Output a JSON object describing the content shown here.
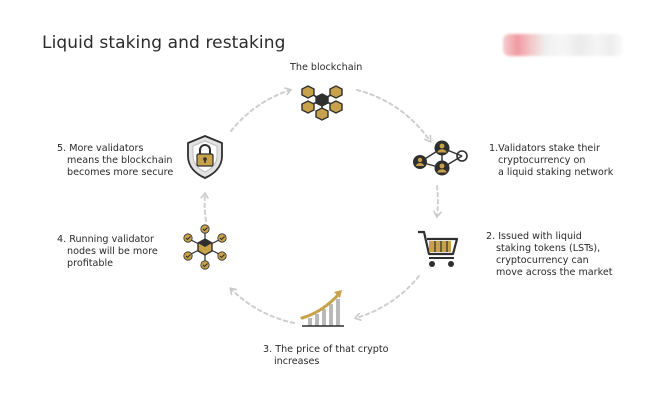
{
  "title": "Liquid staking and restaking",
  "colors": {
    "accent_gold": "#c8a24a",
    "dark": "#2f2f2f",
    "arrow_gray": "#c9c9c9"
  },
  "steps": {
    "top": {
      "lines": [
        "The blockchain"
      ],
      "icon": "blockchain-cubes-icon"
    },
    "step1": {
      "lines": [
        "1.Validators stake their",
        "cryptocurrency on",
        "a liquid staking network"
      ],
      "icon": "validator-network-icon"
    },
    "step2": {
      "lines": [
        "2. Issued with liquid",
        "staking tokens (LSTs),",
        "cryptocurrency can",
        "move across the market"
      ],
      "icon": "shopping-cart-icon"
    },
    "step3": {
      "lines": [
        "3. The price of that crypto",
        "increases"
      ],
      "icon": "rising-chart-icon"
    },
    "step4": {
      "lines": [
        "4. Running validator",
        "nodes will be more",
        "profitable"
      ],
      "icon": "validator-nodes-icon"
    },
    "step5": {
      "lines": [
        "5. More validators",
        "means the blockchain",
        "becomes more secure"
      ],
      "icon": "shield-lock-icon"
    }
  }
}
